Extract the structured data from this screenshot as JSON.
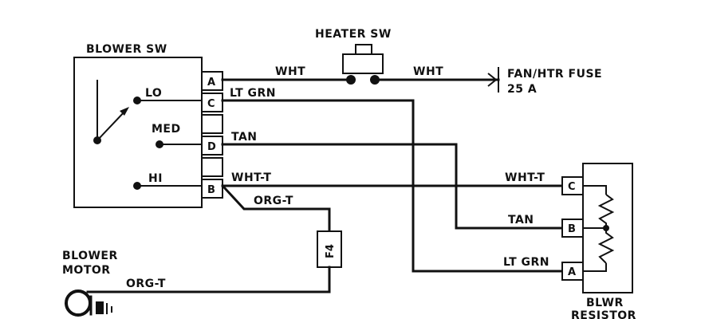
{
  "components": {
    "blower_switch": {
      "title": "BLOWER SW",
      "positions": [
        "LO",
        "MED",
        "HI"
      ],
      "pins": [
        "A",
        "C",
        "",
        "D",
        "",
        "B"
      ]
    },
    "heater_switch": {
      "title": "HEATER SW"
    },
    "fuse": {
      "label": "FAN/HTR FUSE",
      "rating": "25 A"
    },
    "inline_fuse": {
      "label": "F4"
    },
    "blower_motor": {
      "title_line1": "BLOWER",
      "title_line2": "MOTOR"
    },
    "blower_resistor": {
      "title_line1": "BLWR",
      "title_line2": "RESISTOR",
      "pins": [
        "C",
        "B",
        "A"
      ]
    }
  },
  "wires": {
    "wht_to_heater_sw": "WHT",
    "wht_to_fuse": "WHT",
    "lt_grn_switch": "LT GRN",
    "tan_switch": "TAN",
    "wht_t_switch": "WHT-T",
    "org_t_switch": "ORG-T",
    "org_t_motor": "ORG-T",
    "wht_t_resistor": "WHT-T",
    "tan_resistor": "TAN",
    "lt_grn_resistor": "LT GRN"
  }
}
